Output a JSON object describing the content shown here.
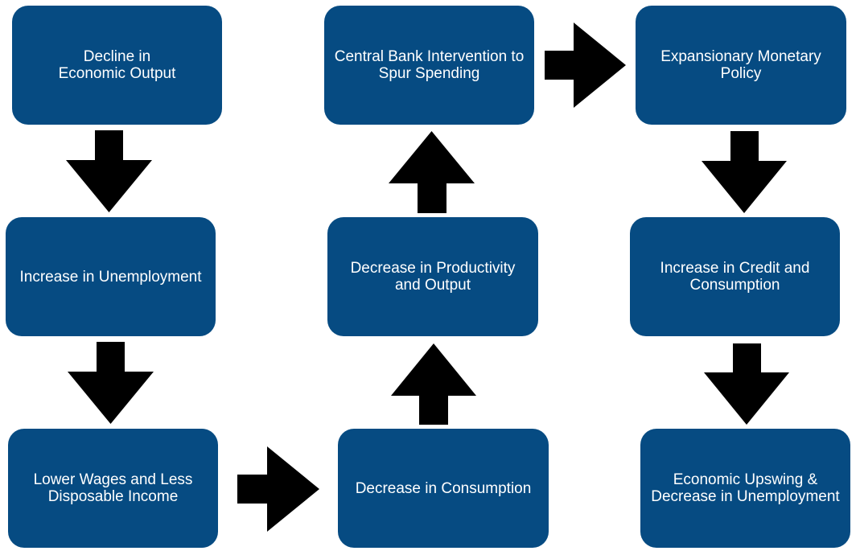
{
  "nodes": [
    {
      "id": "n1",
      "label": "Decline in\nEconomic Output"
    },
    {
      "id": "n2",
      "label": "Increase in Unemployment"
    },
    {
      "id": "n3",
      "label": "Lower Wages and Less\nDisposable Income"
    },
    {
      "id": "n4",
      "label": "Decrease in Consumption"
    },
    {
      "id": "n5",
      "label": "Decrease in Productivity\nand Output"
    },
    {
      "id": "n6",
      "label": "Central Bank Intervention to\nSpur Spending"
    },
    {
      "id": "n7",
      "label": "Expansionary Monetary\nPolicy"
    },
    {
      "id": "n8",
      "label": "Increase in Credit and\nConsumption"
    },
    {
      "id": "n9",
      "label": "Economic Upswing &\nDecrease in Unemployment"
    }
  ],
  "edges": [
    {
      "from": "n1",
      "to": "n2",
      "direction": "down"
    },
    {
      "from": "n2",
      "to": "n3",
      "direction": "down"
    },
    {
      "from": "n3",
      "to": "n4",
      "direction": "right"
    },
    {
      "from": "n4",
      "to": "n5",
      "direction": "up"
    },
    {
      "from": "n5",
      "to": "n6",
      "direction": "up"
    },
    {
      "from": "n6",
      "to": "n7",
      "direction": "right"
    },
    {
      "from": "n7",
      "to": "n8",
      "direction": "down"
    },
    {
      "from": "n8",
      "to": "n9",
      "direction": "down"
    }
  ],
  "colors": {
    "node_fill": "#064b82",
    "node_text": "#ffffff",
    "arrow": "#000000"
  }
}
